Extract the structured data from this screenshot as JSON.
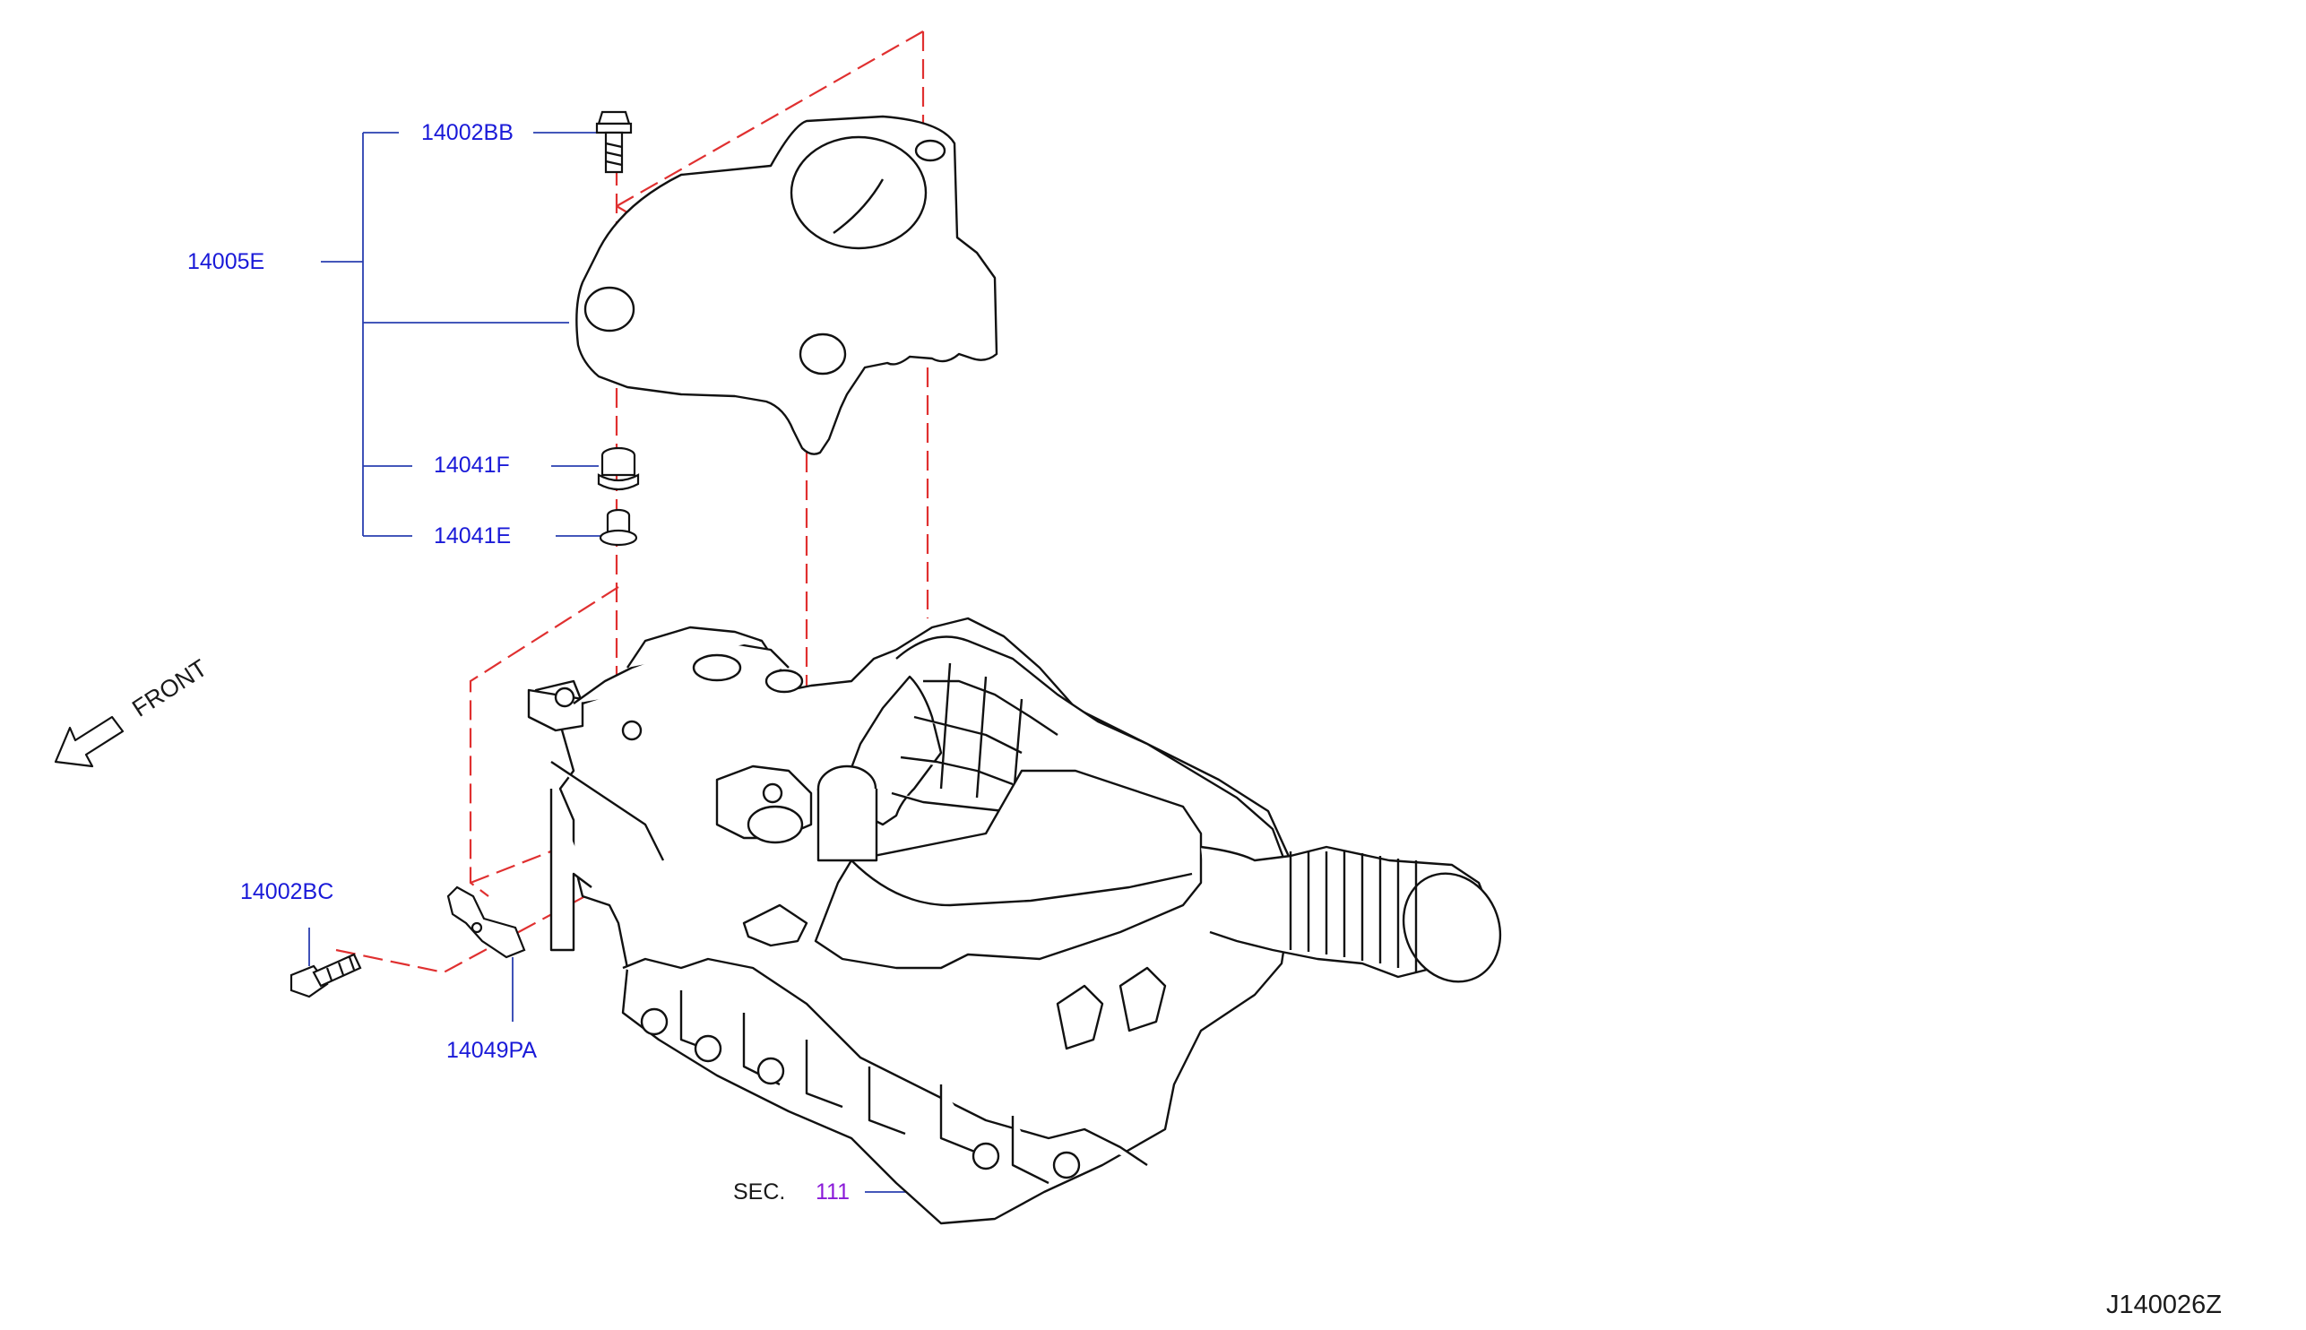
{
  "diagram": {
    "parts": [
      {
        "id": "p1",
        "label": "14002BB"
      },
      {
        "id": "p2",
        "label": "14005E"
      },
      {
        "id": "p3",
        "label": "14041F"
      },
      {
        "id": "p4",
        "label": "14041E"
      },
      {
        "id": "p5",
        "label": "14002BC"
      },
      {
        "id": "p6",
        "label": "14049PA"
      }
    ],
    "section_reference": {
      "prefix": "SEC.",
      "number": "111"
    },
    "direction_label": "FRONT",
    "drawing_code": "J140026Z",
    "colors": {
      "part_label": "#1a1ad8",
      "section_link": "#8a1ad8",
      "leader_line": "#2a3fb0",
      "centerline": "#e03030",
      "outline": "#111111"
    }
  }
}
